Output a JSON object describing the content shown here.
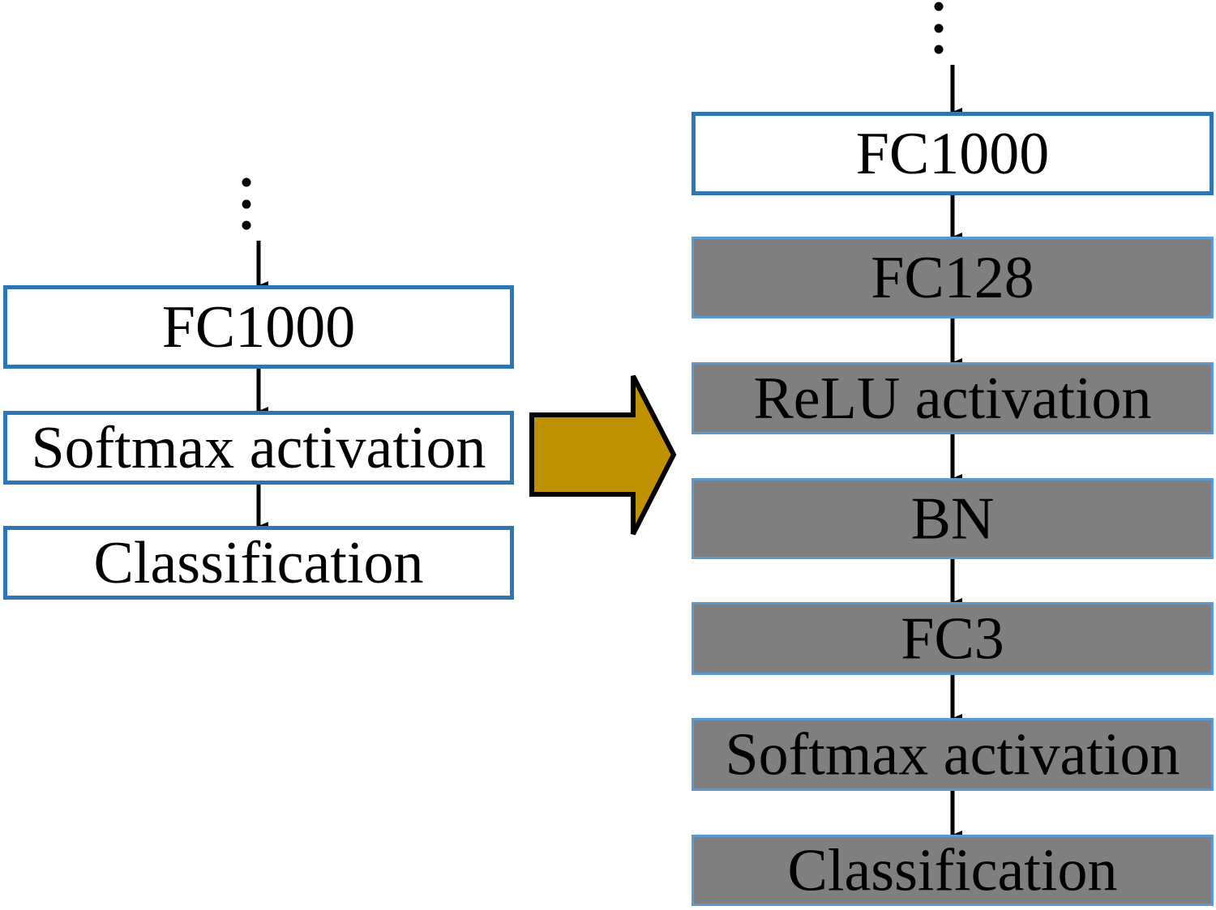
{
  "diagram": {
    "title": "Classifier head modification",
    "colors": {
      "original_box_fill": "#ffffff",
      "original_box_border": "#2e75b6",
      "new_layer_fill": "#7f7f7f",
      "new_layer_border": "#5b9bd5",
      "transform_arrow_fill": "#bf9000",
      "arrow_color": "#000000"
    },
    "original": {
      "continuation": "⋮",
      "layers": [
        {
          "label": "FC1000",
          "kind": "original"
        },
        {
          "label": "Softmax activation",
          "kind": "original"
        },
        {
          "label": "Classification",
          "kind": "original"
        }
      ]
    },
    "transform_arrow": {
      "meaning": "replaced by",
      "icon": "right-block-arrow-icon"
    },
    "modified": {
      "continuation": "⋮",
      "layers": [
        {
          "label": "FC1000",
          "kind": "original"
        },
        {
          "label": "FC128",
          "kind": "added"
        },
        {
          "label": "ReLU activation",
          "kind": "added"
        },
        {
          "label": "BN",
          "kind": "added"
        },
        {
          "label": "FC3",
          "kind": "added"
        },
        {
          "label": "Softmax activation",
          "kind": "added"
        },
        {
          "label": "Classification",
          "kind": "added"
        }
      ]
    }
  }
}
